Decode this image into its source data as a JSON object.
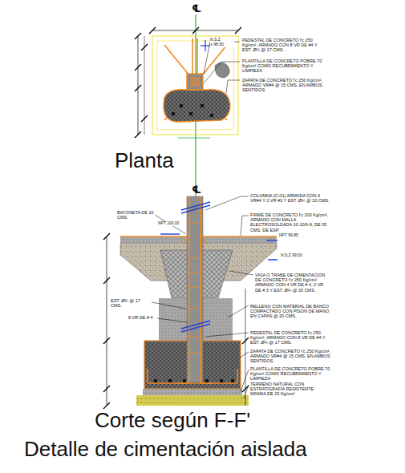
{
  "diagram": {
    "title": "Detalle de cimentación aislada",
    "labels": [
      "℄",
      "N.S.Z",
      "+ 98.50",
      "PEDESTAL DE CONCRETO f'c 250 Kg/cm², ARMADO CON 8 VR DE #4 Y EST. Ø¼ @ 17 CMS.",
      "PLANTILLA DE CONCRETO POBRE 70 Kg/cm² COMO RECUBRIMIENTO Y LIMPIEZA",
      "ZAPATA DE CONCRETO f'c 250 Kg/cm², ARMADO VR#4 @ 15 CMS. EN AMBOS SENTIDOS.",
      "Planta",
      "℄",
      "COLUMNA (C-01) ARMADA CON 4 VR#4 Y 2 VR #3 Y EST. Ø¼ @ 20 CMS.",
      "FIRME DE CONCRETO f'c 200 Kg/cm², ARMADO CON MALLA ELECTROSOLDADA 10-10/6-6, DE 05 CMS. DE ESP.",
      "BAYONETA DE 10 CMS.",
      "NPT 100.00",
      "NPT 99.85",
      "N.S.Z 99.50",
      "VIGA O TRABE DE CIMENTACION DE CONCRETO f'c 250 Kg/cm² ARMADO CON 4 VR DE # 4, 2 VR DE # 3 Y EST. Ø¼ @ 20 CMS.",
      "EST. Ø¼ @ 17 CMS.",
      "RELLENO CON MATERIAL DE BANCO COMPACTADO CON PISON DE MANO EN CAPAS @ 20 CMS.",
      "8 VR DE # 4",
      "PEDESTAL DE CONCRETO f'c 250 Kg/cm², ARMADO CON 8 VR DE #4 Y EST. Ø¼ @ 17 CMS.",
      "ZAPATA DE CONCRETO f'c 250 Kg/cm², ARMADO VR#4 @ 15 CMS. EN AMBOS SENTIDOS.",
      "PLANTILLA DE CONCRETO POBRE 70 Kg/cm² COMO RECUBRIMIENTO Y LIMPIEZA",
      "TERRENO NATURAL CON ESTRATIGRAFIA RESISTENTE MINIMA DE 15 Kg/cm²",
      "Corte según F-F'"
    ]
  }
}
